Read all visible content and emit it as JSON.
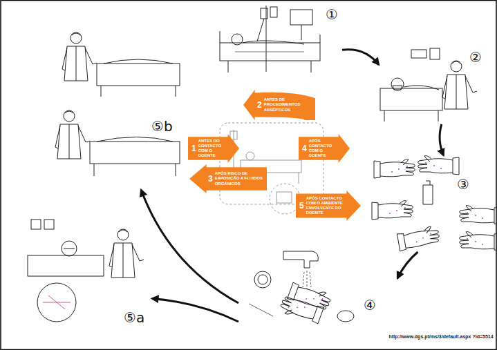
{
  "diagram": {
    "nodes": [
      {
        "text": [
          "①"
        ]
      },
      {
        "text": [
          "②"
        ]
      },
      {
        "text": [
          "③"
        ]
      },
      {
        "text": [
          "④"
        ]
      },
      {
        "text": [
          "⑤a"
        ]
      },
      {
        "text": [
          "⑤b"
        ]
      },
      {
        "text": [
          "1",
          "ANTES DO CONTACTO COM O DOENTE"
        ]
      },
      {
        "text": [
          "2",
          "ANTES DE PROCEDIMENTOS ASSÉPTICOS"
        ]
      },
      {
        "text": [
          "4",
          "APÓS CONTACTO COM O DOENTE"
        ]
      },
      {
        "text": [
          "3",
          "APÓS RISCO DE EXPOSIÇÃO A FLUIDOS ORGÂNICOS"
        ]
      },
      {
        "text": [
          "5",
          "APÓS CONTACTO COM O AMBIENTE ENVOLVENTE DO DOENTE"
        ]
      }
    ],
    "edges": [
      {
        "from": 0,
        "to": 1,
        "arrow": "to"
      },
      {
        "from": 1,
        "to": 2,
        "arrow": "to"
      },
      {
        "from": 2,
        "to": 3,
        "arrow": "to"
      },
      {
        "from": 3,
        "to": 4,
        "arrow": "to"
      },
      {
        "from": 3,
        "to": 5,
        "arrow": "to"
      }
    ],
    "labels": [
      "http://www.dgs.pt/ms/3/default.aspx ?id=5514"
    ]
  }
}
